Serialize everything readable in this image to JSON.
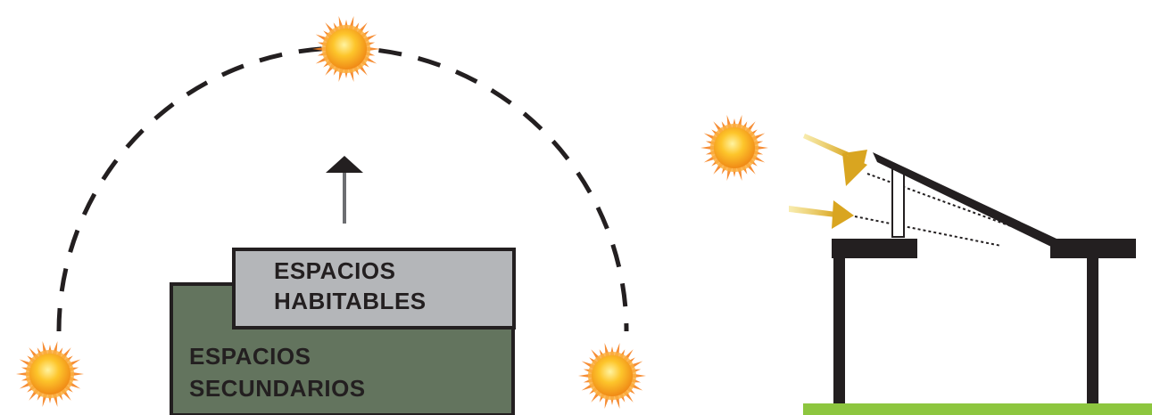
{
  "diagram": {
    "habitable_box": {
      "line1": "ESPACIOS",
      "line2": "HABITABLES"
    },
    "secondary_box": {
      "line1": "ESPACIOS",
      "line2": "SECUNDARIOS"
    }
  },
  "colors": {
    "background": "#ffffff",
    "stroke": "#231f20",
    "habitable_fill": "#b4b6b9",
    "secondary_fill": "#63745e",
    "ground": "#8dc63f",
    "sun_core": "#f7a21b",
    "sun_rays": "#f58220",
    "light_arrow": "#d9a520"
  },
  "icons": [
    "sun-icon",
    "north-arrow-icon",
    "light-ray-arrow-icon"
  ]
}
